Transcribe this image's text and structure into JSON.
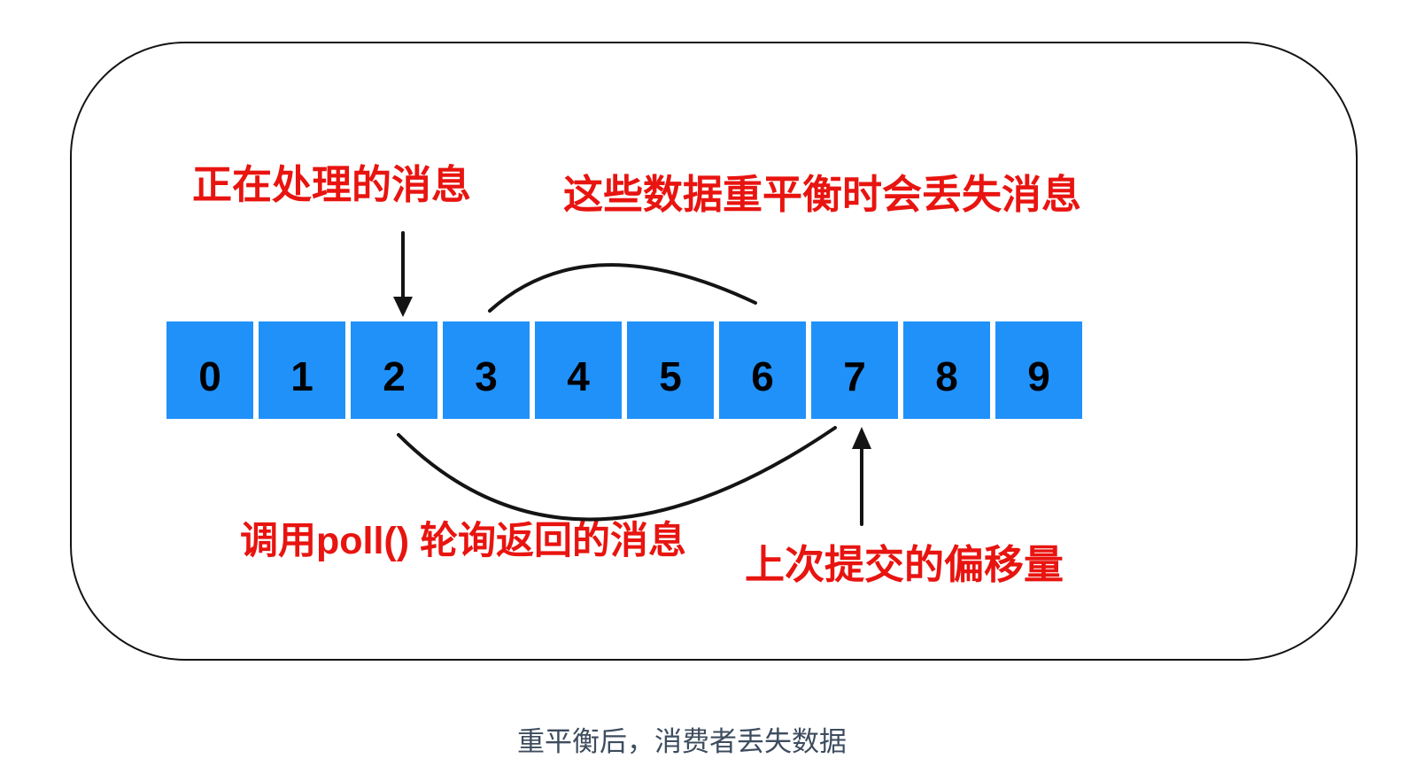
{
  "colors": {
    "box-fill": "#2191fa",
    "annotation-red": "#e81410",
    "caption-color": "#3d4c5e",
    "line-black": "#141414"
  },
  "diagram": {
    "boxes": [
      "0",
      "1",
      "2",
      "3",
      "4",
      "5",
      "6",
      "7",
      "8",
      "9"
    ],
    "labels": {
      "processing": "正在处理的消息",
      "rebalance_loss": "这些数据重平衡时会丢失消息",
      "poll_returned": "调用poll() 轮询返回的消息",
      "last_committed": "上次提交的偏移量"
    },
    "caption": "重平衡后，消费者丢失数据"
  }
}
